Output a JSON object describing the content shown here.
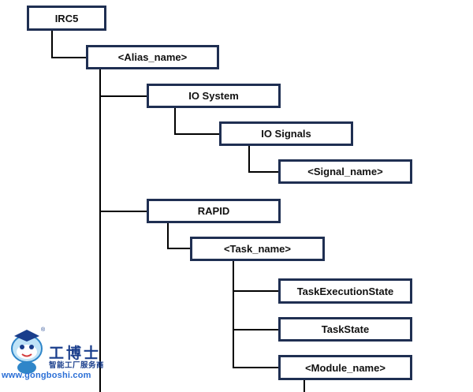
{
  "nodes": {
    "irc5": "IRC5",
    "alias_name": "<Alias_name>",
    "io_system": "IO System",
    "io_signals": "IO Signals",
    "signal_name": "<Signal_name>",
    "rapid": "RAPID",
    "task_name": "<Task_name>",
    "task_execution_state": "TaskExecutionState",
    "task_state": "TaskState",
    "module_name": "<Module_name>"
  },
  "watermark": {
    "brand": "工博士",
    "tagline": "智能工厂服务商",
    "url": "www.gongboshi.com",
    "registered": "®"
  },
  "colors": {
    "box_border": "#1f2f52",
    "connector": "#000000"
  }
}
